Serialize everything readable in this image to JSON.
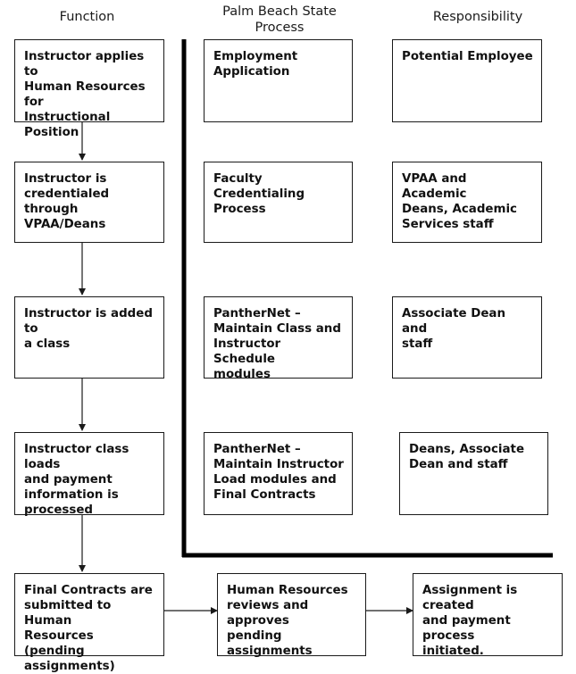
{
  "headers": {
    "function": "Function",
    "process": "Palm Beach State\nProcess",
    "responsibility": "Responsibility"
  },
  "function_steps": [
    "Instructor applies to\nHuman Resources for\nInstructional Position",
    "Instructor is\ncredentialed through\nVPAA/Deans",
    "Instructor is added to\na class",
    "Instructor class loads\nand payment\ninformation is\nprocessed",
    "Final Contracts are\nsubmitted to Human\nResources (pending\nassignments)"
  ],
  "process_steps": [
    "Employment\nApplication",
    "Faculty Credentialing\nProcess",
    "PantherNet –\nMaintain Class and\nInstructor Schedule\nmodules",
    "PantherNet –\nMaintain Instructor\nLoad modules and\nFinal Contracts"
  ],
  "responsibility_steps": [
    "Potential Employee",
    "VPAA and Academic\nDeans, Academic\nServices staff",
    "Associate Dean and\nstaff",
    "Deans, Associate\nDean and staff"
  ],
  "bottom_steps": [
    "Human Resources\nreviews and approves\npending assignments",
    "Assignment is created\nand payment process\ninitiated."
  ]
}
